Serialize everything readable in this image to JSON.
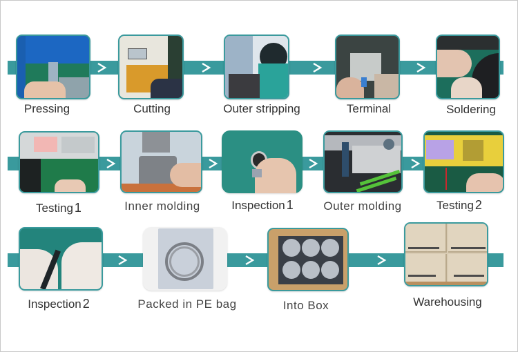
{
  "title": "Production Process Flow",
  "colors": {
    "band": "#3a9a9d",
    "arrow": "#ffffff",
    "label_text": "#333333"
  },
  "arrow_glyph": ">",
  "rows": [
    {
      "steps": [
        {
          "label": "Pressing",
          "photo": "pressing-machine-photo"
        },
        {
          "label": "Cutting",
          "photo": "wire-cutting-machine-photo"
        },
        {
          "label": "Outer stripping",
          "photo": "workers-stripping-photo"
        },
        {
          "label": "Terminal",
          "photo": "terminal-crimping-photo"
        },
        {
          "label": "Soldering",
          "photo": "soldering-photo"
        }
      ]
    },
    {
      "steps": [
        {
          "label": "Testing",
          "suffix": "1",
          "photo": "cable-tester-photo"
        },
        {
          "label": "Inner molding",
          "photo": "inner-molding-photo"
        },
        {
          "label": "Inspection",
          "suffix": "1",
          "photo": "connector-inspection-photo"
        },
        {
          "label": "Outer molding",
          "photo": "outer-molding-photo"
        },
        {
          "label": "Testing",
          "suffix": "2",
          "photo": "yellow-tester-photo"
        }
      ]
    },
    {
      "steps": [
        {
          "label": "Inspection",
          "suffix": "2",
          "photo": "gloved-inspection-photo"
        },
        {
          "label": "Packed in PE bag",
          "photo": "pe-bag-photo"
        },
        {
          "label": "Into Box",
          "photo": "carton-box-photo"
        },
        {
          "label": "Warehousing",
          "photo": "stacked-cartons-photo"
        }
      ]
    }
  ]
}
